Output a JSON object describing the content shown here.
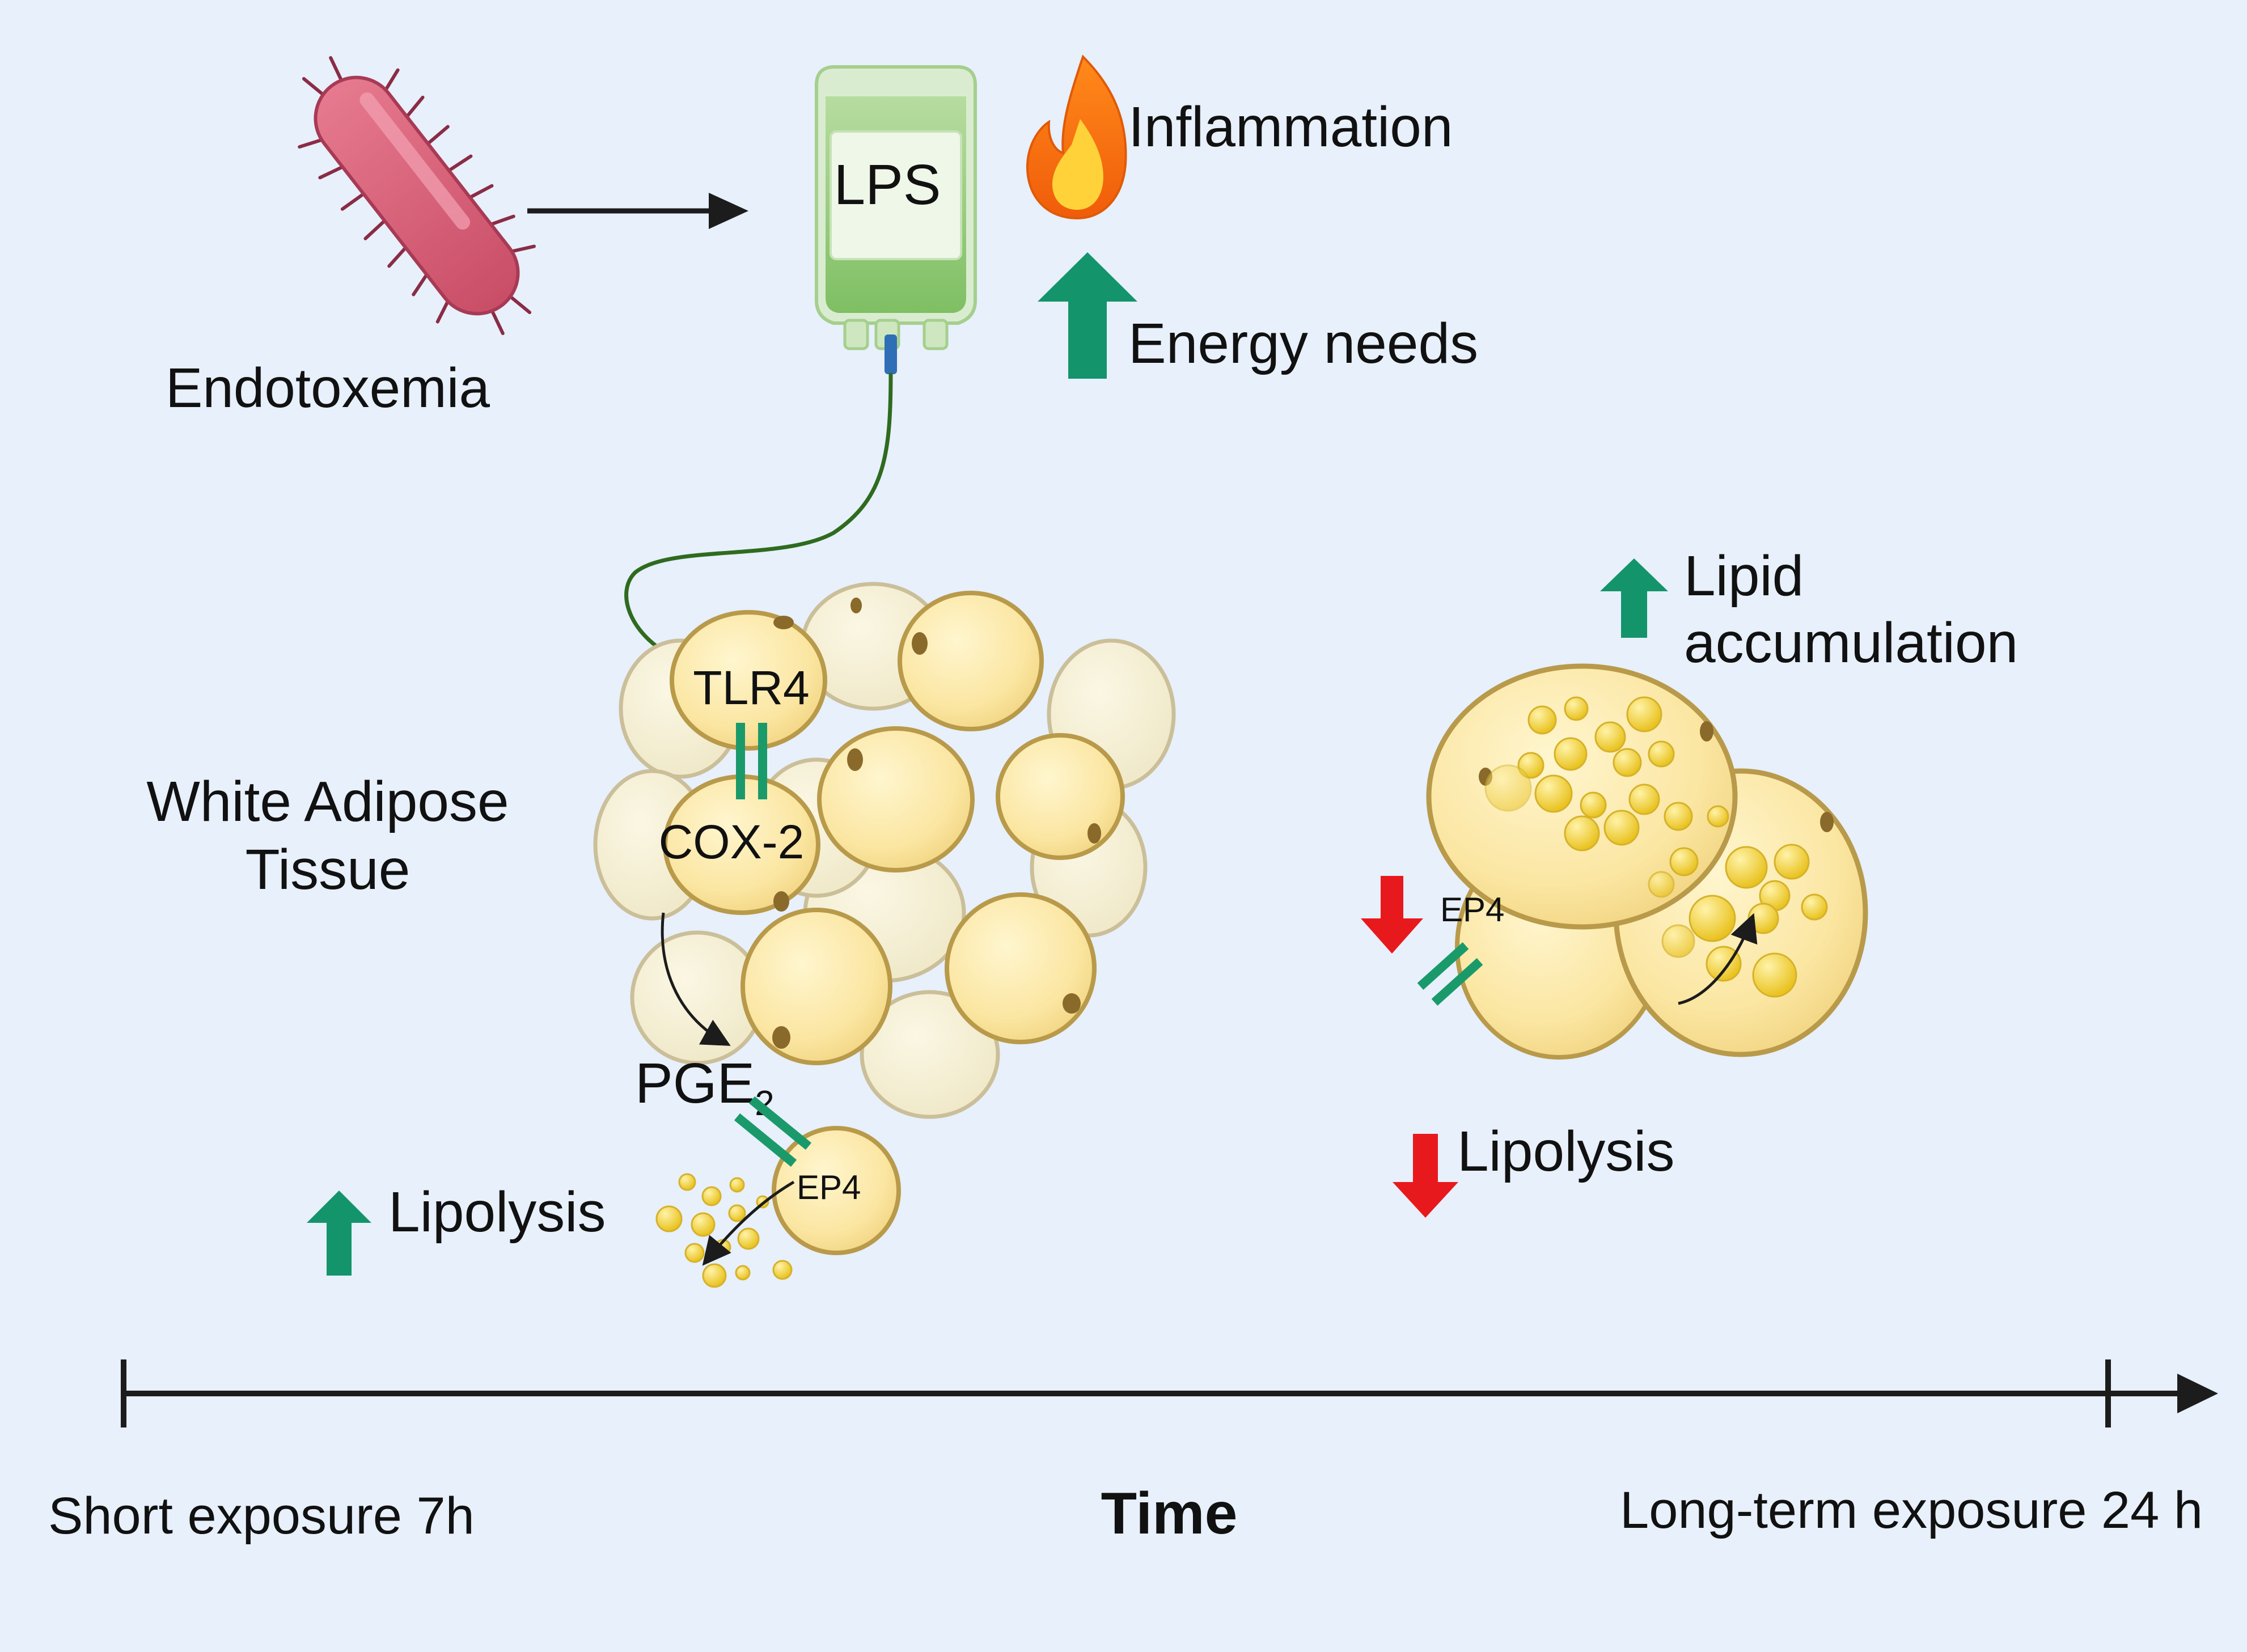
{
  "labels": {
    "endotoxemia": "Endotoxemia",
    "lps": "LPS",
    "inflammation": "Inflammation",
    "energy_needs": "Energy needs",
    "tissue_line1": "White Adipose",
    "tissue_line2": "Tissue",
    "tlr4": "TLR4",
    "cox2": "COX-2",
    "pge": "PGE",
    "pge_sub": "2",
    "ep4_short": "EP4",
    "ep4_long": "EP4",
    "lipolysis_up": "Lipolysis",
    "lipid_line1": "Lipid",
    "lipid_line2": "accumulation",
    "lipolysis_down": "Lipolysis"
  },
  "timeline": {
    "start_label": "Short exposure 7h",
    "axis_label": "Time",
    "end_label": "Long-term exposure 24 h"
  },
  "colors": {
    "background": "#e7f0fb",
    "increase_arrow": "#14946a",
    "decrease_arrow": "#e8191c",
    "receptor": "#1a9a6a",
    "cell_fill": "#fbe7a3",
    "cell_stroke": "#b89a4a",
    "bacterium": "#d9627a",
    "iv_bag": "#9ccf82",
    "tube": "#2f6b1f",
    "flame_outer": "#f07d10",
    "flame_inner": "#ffd23a"
  },
  "icons": [
    "bacterium-icon",
    "iv-bag-icon",
    "flame-icon",
    "adipocyte-icon",
    "lipid-droplet-icon"
  ]
}
